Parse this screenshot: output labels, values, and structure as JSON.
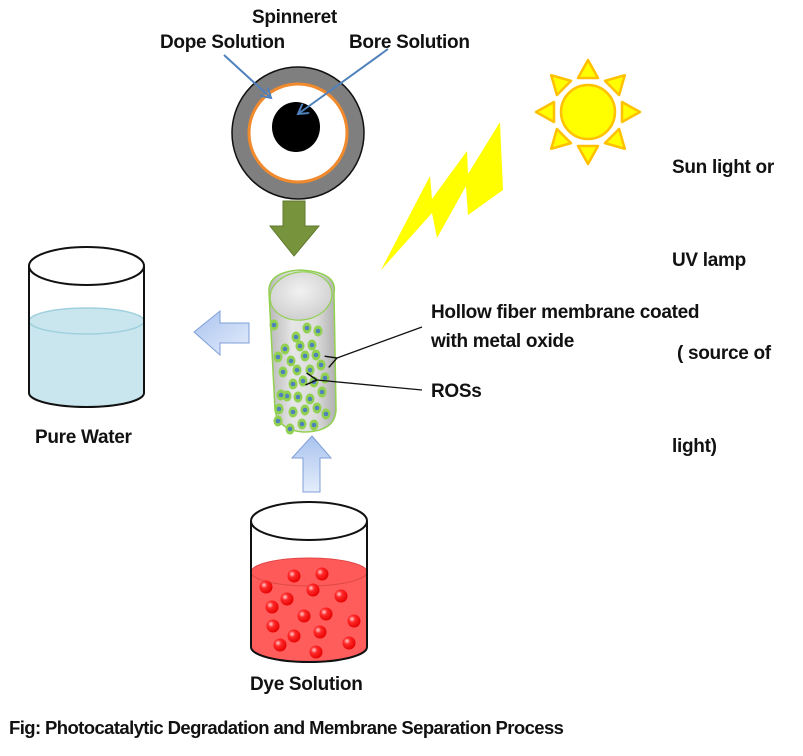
{
  "figure": {
    "caption": "Fig: Photocatalytic Degradation and  Membrane Separation Process"
  },
  "labels": {
    "spinneret": "Spinneret",
    "dope_solution": "Dope Solution",
    "bore_solution": "Bore Solution",
    "light_source": [
      "Sun light or",
      "UV lamp",
      " ( source of",
      "light)"
    ],
    "hollow_fiber": [
      "Hollow fiber membrane coated",
      "with metal oxide"
    ],
    "ros": "ROSs",
    "pure_water": "Pure Water",
    "dye_solution": "Dye Solution"
  },
  "colors": {
    "spinneret_outer": "#7f7f7f",
    "spinneret_ring": "#f08a2c",
    "spinneret_core": "#000000",
    "label_arrow": "#4f81bd",
    "process_arrow_green": "#77933c",
    "flow_arrow_blue": "#b9cdf0",
    "lightning": "#ffff00",
    "sun_fill": "#ffff00",
    "sun_stroke": "#ffc000",
    "membrane_outline": "#92d050",
    "ros_ring": "#92d050",
    "ros_core": "#4f81bd",
    "pure_water": "#c9e6ee",
    "dye": "#ff4040",
    "dye_particle": "#ff1a1a"
  }
}
